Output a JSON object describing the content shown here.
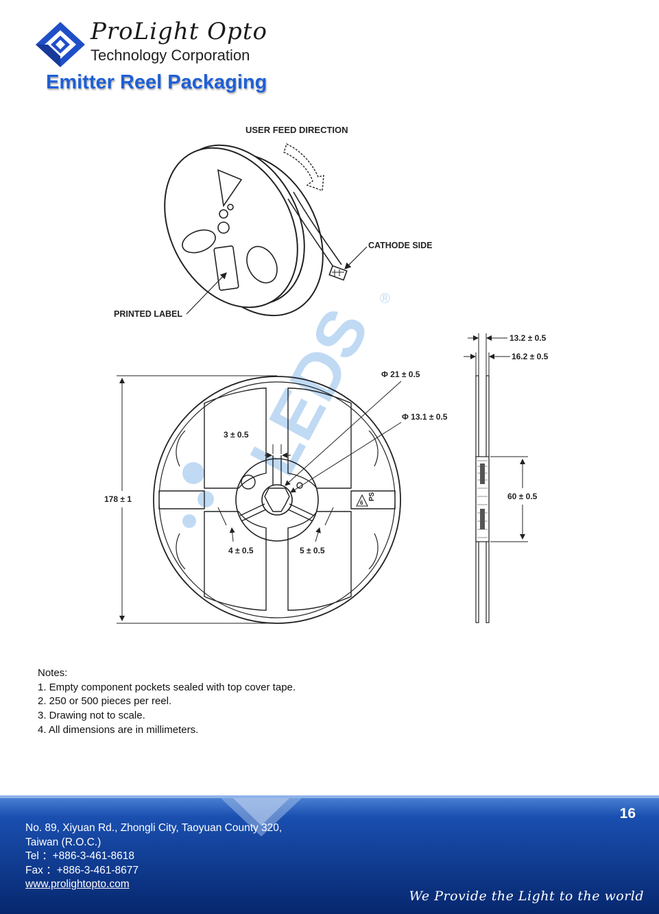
{
  "header": {
    "brand_name": "ProLight Opto",
    "brand_subtitle": "Technology Corporation",
    "page_title": "Emitter Reel Packaging"
  },
  "drawing": {
    "feed_direction_label": "USER FEED DIRECTION",
    "cathode_side_label": "CATHODE SIDE",
    "printed_label": "PRINTED LABEL",
    "dim_width_inner": "13.2 ± 0.5",
    "dim_width_outer": "16.2 ± 0.5",
    "dim_hub_outer": "Φ 21 ± 0.5",
    "dim_hub_inner": "Φ 13.1 ± 0.5",
    "dim_slot": "3 ± 0.5",
    "dim_diameter": "178 ± 1",
    "dim_key_left": "4 ± 0.5",
    "dim_key_right": "5 ± 0.5",
    "dim_hub_height": "60 ± 0.5",
    "recycle_mark": "PS",
    "recycle_number": "6",
    "watermark_text": "LEDS",
    "watermark_registered": "®"
  },
  "notes": {
    "heading": "Notes:",
    "items": [
      "1. Empty component pockets sealed with top cover tape.",
      "2. 250 or 500 pieces per reel.",
      "3. Drawing not to scale.",
      "4. All dimensions are in millimeters."
    ]
  },
  "footer": {
    "page_number": "16",
    "address_line1": "No. 89, Xiyuan Rd., Zhongli City, Taoyuan County 320,",
    "address_line2": "Taiwan (R.O.C.)",
    "tel": "Tel ：+886-3-461-8618",
    "fax": "Fax ：+886-3-461-8677",
    "website": "www.prolightopto.com",
    "slogan": "We Provide the Light to the world"
  },
  "colors": {
    "title_blue": "#1f5fd6",
    "footer_blue": "#0a3d9a",
    "watermark_blue": "#3f8fe0"
  }
}
